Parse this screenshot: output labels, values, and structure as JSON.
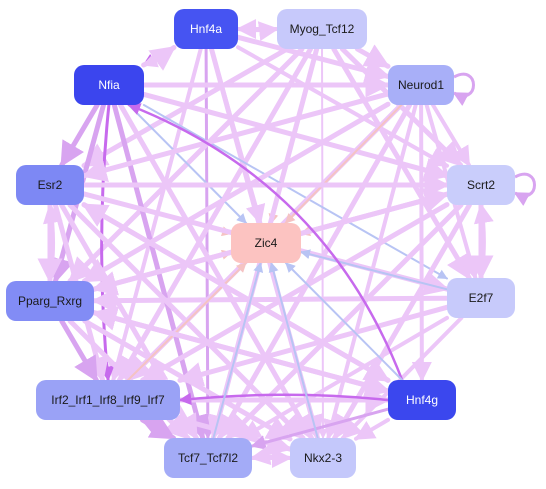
{
  "colors": {
    "edge_light": "#ecc6f8",
    "edge_mid": "#d8a4f0",
    "edge_purple": "#c76aed",
    "edge_blue": "#b8c4f4",
    "edge_salmon": "#f5c3c3"
  },
  "nodes": [
    {
      "id": "hnf4a",
      "label": "Hnf4a",
      "fill": "#4654f2",
      "text": "#ffffff"
    },
    {
      "id": "myog",
      "label": "Myog_Tcf12",
      "fill": "#c7c9fb",
      "text": "#1a1a1a"
    },
    {
      "id": "nfia",
      "label": "Nfia",
      "fill": "#3b45ee",
      "text": "#ffffff"
    },
    {
      "id": "neurod1",
      "label": "Neurod1",
      "fill": "#a8aff8",
      "text": "#1a1a1a"
    },
    {
      "id": "esr2",
      "label": "Esr2",
      "fill": "#7d88f4",
      "text": "#1a1a1a"
    },
    {
      "id": "scrt2",
      "label": "Scrt2",
      "fill": "#c9cdfb",
      "text": "#1a1a1a"
    },
    {
      "id": "zic4",
      "label": "Zic4",
      "fill": "#fcc3c1",
      "text": "#1a1a1a"
    },
    {
      "id": "e2f7",
      "label": "E2f7",
      "fill": "#c7cafb",
      "text": "#1a1a1a"
    },
    {
      "id": "pparg",
      "label": "Pparg_Rxrg",
      "fill": "#828cf5",
      "text": "#1a1a1a"
    },
    {
      "id": "irf",
      "label": "Irf2_Irf1_Irf8_Irf9_Irf7",
      "fill": "#9aa2f6",
      "text": "#1a1a1a"
    },
    {
      "id": "hnf4g",
      "label": "Hnf4g",
      "fill": "#3b47ee",
      "text": "#ffffff"
    },
    {
      "id": "tcf7",
      "label": "Tcf7_Tcf7l2",
      "fill": "#a3abf7",
      "text": "#1a1a1a"
    },
    {
      "id": "nkx23",
      "label": "Nkx2-3",
      "fill": "#c4c8fb",
      "text": "#1a1a1a"
    }
  ]
}
